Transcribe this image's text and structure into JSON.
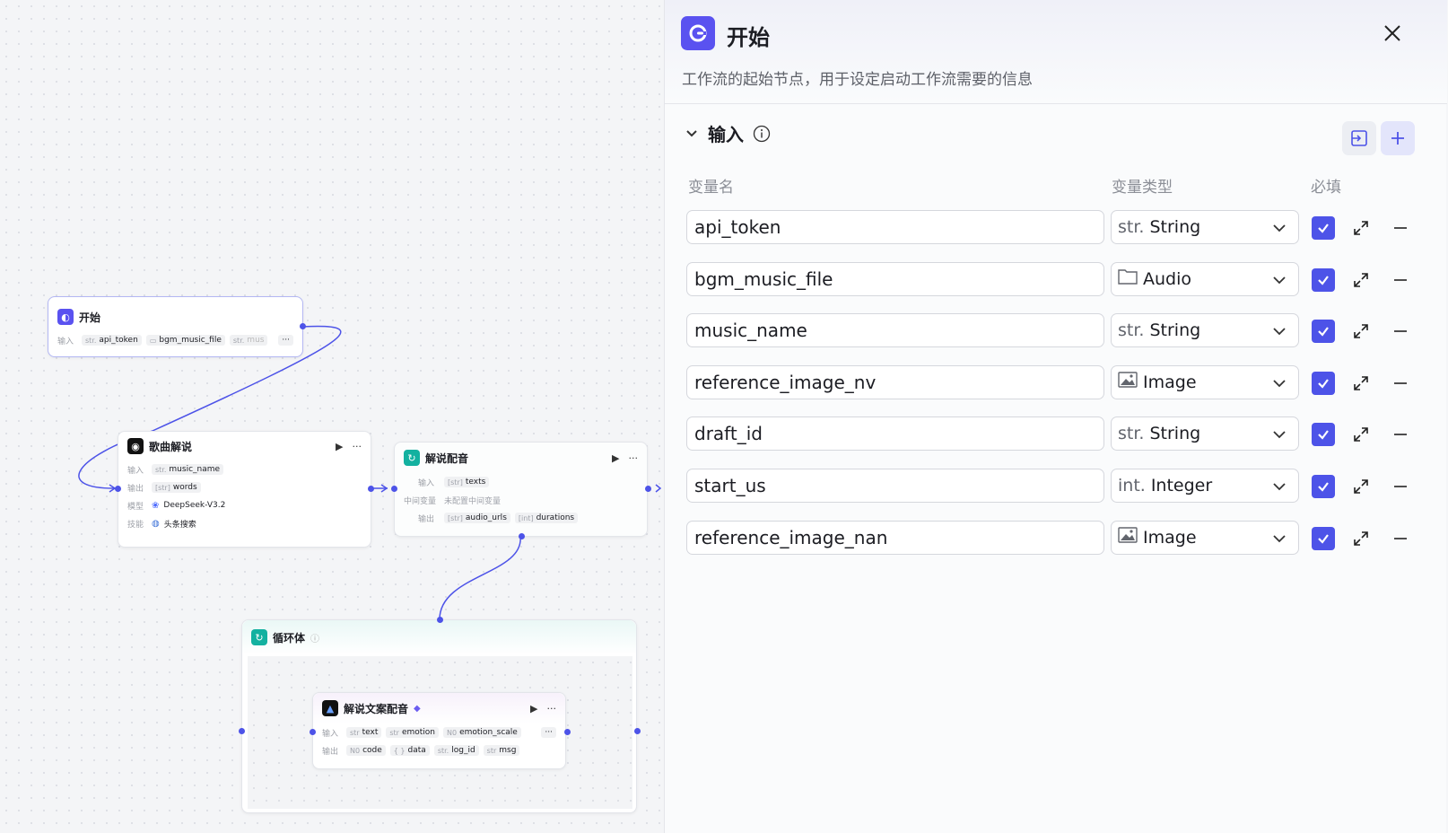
{
  "canvas": {
    "start_node": {
      "title": "开始",
      "in_label": "输入",
      "params": [
        {
          "type": "str.",
          "name": "api_token"
        },
        {
          "type": "",
          "name": "bgm_music_file"
        },
        {
          "type": "str.",
          "name": "mus"
        }
      ],
      "more": "···"
    },
    "song_node": {
      "title": "歌曲解说",
      "in_label": "输入",
      "in_type": "str.",
      "in_value": "music_name",
      "out_label": "输出",
      "out_type": "[str]",
      "out_value": "words",
      "model_label": "模型",
      "model_value": "DeepSeek-V3.2",
      "skill_label": "技能",
      "skill_value": "头条搜索"
    },
    "voice_node": {
      "title": "解说配音",
      "in_label": "输入",
      "in_type": "[str]",
      "in_value": "texts",
      "mid_label": "中间变量",
      "mid_value": "未配置中间变量",
      "out_label": "输出",
      "out_1_type": "[str]",
      "out_1": "audio_urls",
      "out_2_type": "[int]",
      "out_2": "durations"
    },
    "loop_node": {
      "title": "循环体"
    },
    "copy_node": {
      "title": "解说文案配音",
      "in_label": "输入",
      "in_1_type": "str",
      "in_1": "text",
      "in_2_type": "str",
      "in_2": "emotion",
      "in_3_type": "N0",
      "in_3": "emotion_scale",
      "out_label": "输出",
      "out_1_type": "N0",
      "out_1": "code",
      "out_2_type": "{ }",
      "out_2": "data",
      "out_3_type": "str.",
      "out_3": "log_id",
      "out_4_type": "str",
      "out_4": "msg"
    }
  },
  "panel": {
    "title": "开始",
    "description": "工作流的起始节点，用于设定启动工作流需要的信息",
    "section": "输入",
    "col_name": "变量名",
    "col_type": "变量类型",
    "col_required": "必填",
    "variables": [
      {
        "name": "api_token",
        "type_icon": "str.",
        "type": "String",
        "required": true
      },
      {
        "name": "bgm_music_file",
        "type_icon": "folder-icon",
        "type": "Audio",
        "required": true
      },
      {
        "name": "music_name",
        "type_icon": "str.",
        "type": "String",
        "required": true
      },
      {
        "name": "reference_image_nv",
        "type_icon": "image-icon",
        "type": "Image",
        "required": true
      },
      {
        "name": "draft_id",
        "type_icon": "str.",
        "type": "String",
        "required": true
      },
      {
        "name": "start_us",
        "type_icon": "int.",
        "type": "Integer",
        "required": true
      },
      {
        "name": "reference_image_nan",
        "type_icon": "image-icon",
        "type": "Image",
        "required": true
      }
    ]
  },
  "colors": {
    "accent": "#4d53e8",
    "teal": "#13b1a0",
    "panel_icon": "#5a52f0"
  }
}
